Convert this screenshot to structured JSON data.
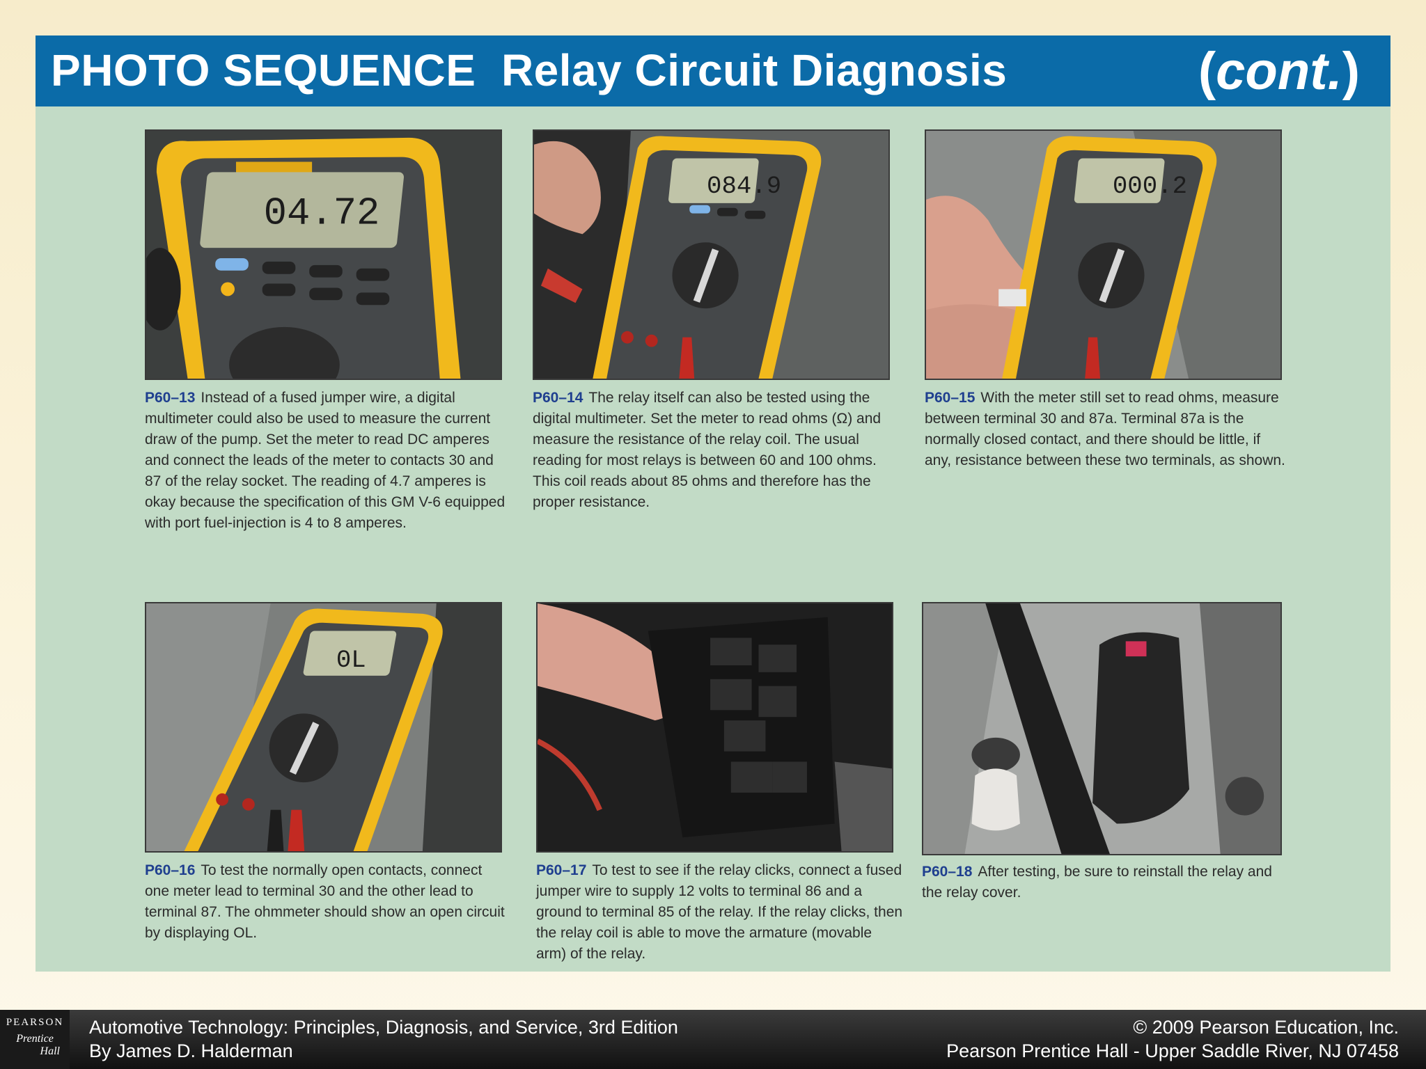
{
  "header": {
    "title": "PHOTO SEQUENCE  Relay Circuit Diagnosis",
    "cont_open": "(",
    "cont_word": "cont.",
    "cont_close": ")",
    "background": "#0b6ba8"
  },
  "panel": {
    "background": "#c2dbc6"
  },
  "photos": [
    {
      "id": "P60–13",
      "display": "04.72",
      "image": "digital multimeter close-up",
      "text": "Instead of a fused jumper wire, a digital multimeter could also be used to measure the current draw of the pump. Set the meter to read DC amperes and connect the leads of the meter to contacts 30 and 87 of the relay socket. The reading of 4.7 amperes is okay because the specification of this GM V-6 equipped with port fuel-injection is 4 to 8 amperes."
    },
    {
      "id": "P60–14",
      "display": "084.9",
      "image": "multimeter testing relay coil",
      "text": "The relay itself can also be tested using the digital multimeter. Set the meter to read ohms (Ω) and measure the resistance of the relay coil. The usual reading for most relays is between 60 and 100 ohms. This coil reads about 85 ohms and therefore has the proper resistance."
    },
    {
      "id": "P60–15",
      "display": "000.2",
      "image": "multimeter testing relay contacts",
      "text": "With the meter still set to read ohms, measure between terminal 30 and 87a. Terminal 87a is the normally closed contact, and there should be little, if any, resistance between these two terminals, as shown."
    },
    {
      "id": "P60–16",
      "display": "0L",
      "image": "multimeter showing open circuit",
      "text": "To test the normally open contacts, connect one meter lead to terminal 30 and the other lead to terminal 87. The ohmmeter should show an open circuit by displaying OL."
    },
    {
      "id": "P60–17",
      "display": "",
      "image": "fused jumper wire on relay in fuse box",
      "text": "To test to see if the relay clicks, connect a fused jumper wire to supply 12 volts to terminal 86 and a ground to terminal 85 of the relay. If the relay clicks, then the relay coil is able to move the armature (movable arm) of the relay."
    },
    {
      "id": "P60–18",
      "display": "",
      "image": "relay cover reinstalled in engine bay",
      "text": "After testing, be sure to reinstall the relay and the relay cover."
    }
  ],
  "footer": {
    "logo_top": "PEARSON",
    "logo_mid": "Prentice",
    "logo_bot": "Hall",
    "book_title": "Automotive Technology: Principles, Diagnosis, and Service, 3rd Edition",
    "author": "By James D. Halderman",
    "copyright": "© 2009 Pearson Education, Inc.",
    "publisher": "Pearson Prentice Hall - Upper Saddle River, NJ 07458"
  }
}
